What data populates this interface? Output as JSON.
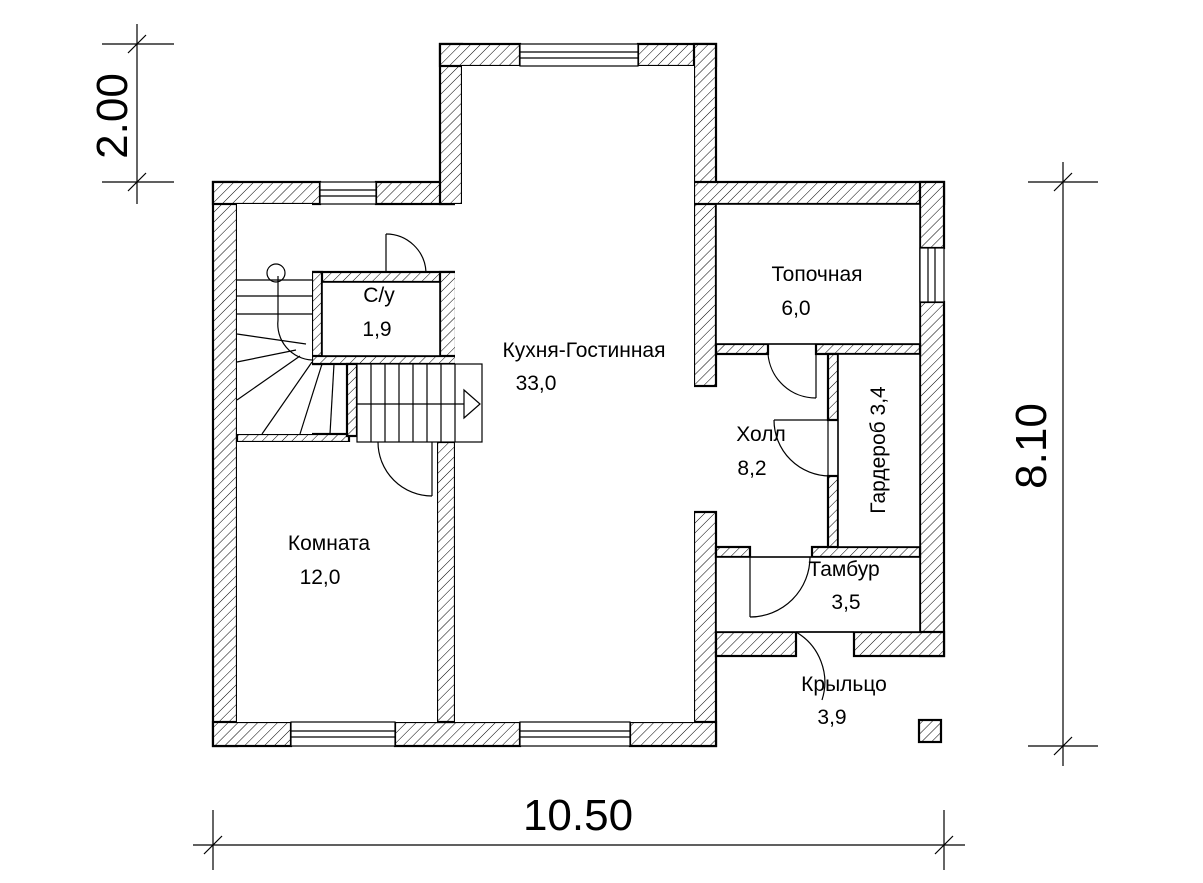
{
  "rooms": {
    "su": {
      "name": "С/у",
      "area": "1,9"
    },
    "kitchen": {
      "name": "Кухня-Гостинная",
      "area": "33,0"
    },
    "furnace": {
      "name": "Топочная",
      "area": "6,0"
    },
    "hall": {
      "name": "Холл",
      "area": "8,2"
    },
    "wardrobe": {
      "name": "Гардероб",
      "area": "3,4"
    },
    "vestibule": {
      "name": "Тамбур",
      "area": "3,5"
    },
    "porch": {
      "name": "Крыльцо",
      "area": "3,9"
    },
    "room": {
      "name": "Комната",
      "area": "12,0"
    }
  },
  "dimensions": {
    "width": "10.50",
    "height": "8.10",
    "offset": "2.00"
  }
}
